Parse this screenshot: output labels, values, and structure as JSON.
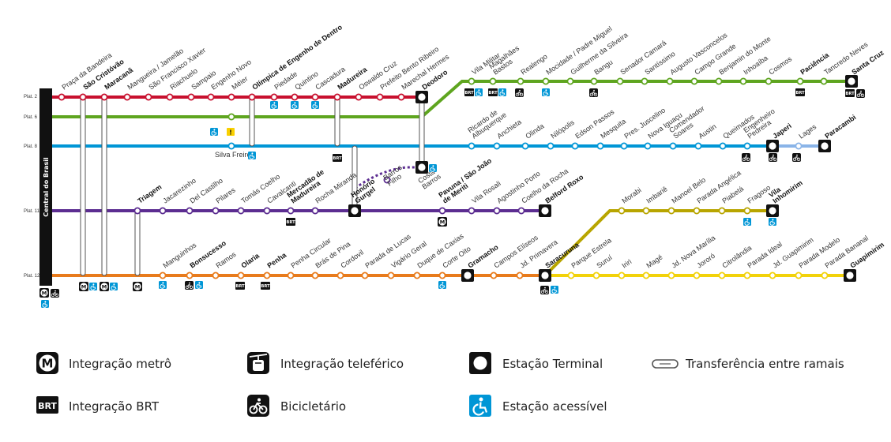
{
  "central": "Central do Brasil",
  "platforms": [
    "Plat. 2",
    "Plat. 6",
    "Plat. 8",
    "Plat. 11",
    "Plat. 12"
  ],
  "colors": {
    "deodoro": "#c8102e",
    "santa_cruz": "#5ea51f",
    "japeri": "#0096d6",
    "belford_roxo": "#5c2d91",
    "saracuruna": "#e87b1c",
    "vila_inhomirim": "#b8a500",
    "guapimirim": "#f2d20a",
    "paracambi": "#8ab4e8",
    "accessible": "#0096d6",
    "notice": "#f9d000"
  },
  "stations": {
    "deodoro_line": [
      "Praça da Bandeira",
      "São Cristóvão",
      "Maracanã",
      "Mangueira / Jamelão",
      "São Francisco Xavier",
      "Riachuelo",
      "Sampaio",
      "Engenho Novo",
      "Méier",
      "Olímpica de Engenho de Dentro",
      "Piedade",
      "Quintino",
      "Cascadura",
      "Madureira",
      "Oswaldo Cruz",
      "Prefeito Bento Ribeiro",
      "Marechal Hermes",
      "Deodoro"
    ],
    "santa_cruz_line": [
      "Vila Militar",
      "Magalhães Bastos",
      "Realengo",
      "Mocidade / Padre Miguel",
      "Guilherme da Silveira",
      "Bangu",
      "Senador Camará",
      "Santíssimo",
      "Augusto Vasconcelos",
      "Campo Grande",
      "Benjamin do Monte",
      "Inhoaíba",
      "Cosmos",
      "Paciência",
      "Tancredo Neves",
      "Santa Cruz"
    ],
    "silva_freire": "Silva Freire",
    "japeri_line": [
      "Ricardo de Albuquerque",
      "Anchieta",
      "Olinda",
      "Nilópolis",
      "Edson Passos",
      "Mesquita",
      "Pres. Juscelino",
      "Nova Iguaçu",
      "Comendador Soares",
      "Austin",
      "Queimados",
      "Engenheiro Pedreira",
      "Japeri"
    ],
    "paracambi_line": [
      "Lages",
      "Paracambi"
    ],
    "belford_roxo_line": [
      "Triagem",
      "Jacarezinho",
      "Del Castilho",
      "Pilares",
      "Tomás Coelho",
      "Cavalcanti",
      "Mercadão de Madureira",
      "Rocha Miranda",
      "Honório Gurgel",
      "Barros Filho",
      "Costa Barros",
      "Pavuna / São João de Meriti",
      "Vila Rosali",
      "Agostinho Porto",
      "Coelho da Rocha",
      "Belford Roxo"
    ],
    "saracuruna_line": [
      "Manguinhos",
      "Bonsucesso",
      "Ramos",
      "Olaria",
      "Penha",
      "Penha Circular",
      "Brás de Pina",
      "Cordovil",
      "Parada de Lucas",
      "Vigário Geral",
      "Duque de Caxias",
      "Corte Oito",
      "Gramacho",
      "Campos Elíseos",
      "Jd. Primavera",
      "Saracuruna"
    ],
    "vila_inhomirim_line": [
      "Morabi",
      "Imbariê",
      "Manoel Belo",
      "Parada Angélica",
      "Piabetá",
      "Fragoso",
      "Vila Inhomirim"
    ],
    "guapimirim_line": [
      "Parque Estrela",
      "Suruí",
      "Iriri",
      "Magé",
      "Jd. Nova Marília",
      "Jororó",
      "Citrolândia",
      "Parada Ideal",
      "Jd. Guapimirim",
      "Parada Modelo",
      "Parada Bananal",
      "Guapimirim"
    ]
  },
  "legend": {
    "metro": "Integração metrô",
    "brt": "Integração BRT",
    "teleferico": "Integração teleférico",
    "bicicletario": "Bicicletário",
    "terminal": "Estação Terminal",
    "acessivel": "Estação acessível",
    "transferencia": "Transferência entre ramais"
  },
  "icons": {
    "metro": "metro-icon",
    "brt": "brt-icon",
    "teleferico": "cable-car-icon",
    "bicicletario": "bicycle-icon",
    "terminal": "terminal-station-icon",
    "acessivel": "wheelchair-icon",
    "transferencia": "transfer-icon"
  }
}
